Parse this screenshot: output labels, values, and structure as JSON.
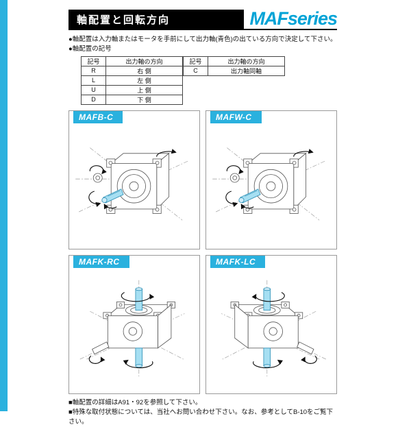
{
  "header": {
    "title": "軸配置と回転方向",
    "brand": "MAFseries"
  },
  "notes": [
    "●軸配置は入力軸またはモータを手前にして出力軸(青色)の出ている方向で決定して下さい。",
    "●軸配置の記号"
  ],
  "table_left": {
    "headers": [
      "記号",
      "出力軸の方向"
    ],
    "rows": [
      [
        "R",
        "右 側"
      ],
      [
        "L",
        "左 側"
      ],
      [
        "U",
        "上 側"
      ],
      [
        "D",
        "下 側"
      ]
    ]
  },
  "table_right": {
    "headers": [
      "記号",
      "出力軸の方向"
    ],
    "rows": [
      [
        "C",
        "出力軸同軸"
      ]
    ]
  },
  "panels": [
    {
      "label": "MAFB-C"
    },
    {
      "label": "MAFW-C"
    },
    {
      "label": "MAFK-RC"
    },
    {
      "label": "MAFK-LC"
    }
  ],
  "footer_notes": [
    "■軸配置の詳細はA91・92を参照して下さい。",
    "■特殊な取付状態については、当社へお問い合わせ下さい。なお、参考としてB-10をご覧下さい。"
  ],
  "colors": {
    "accent": "#2ab1de",
    "shaft_blue": "#a6dff2"
  }
}
